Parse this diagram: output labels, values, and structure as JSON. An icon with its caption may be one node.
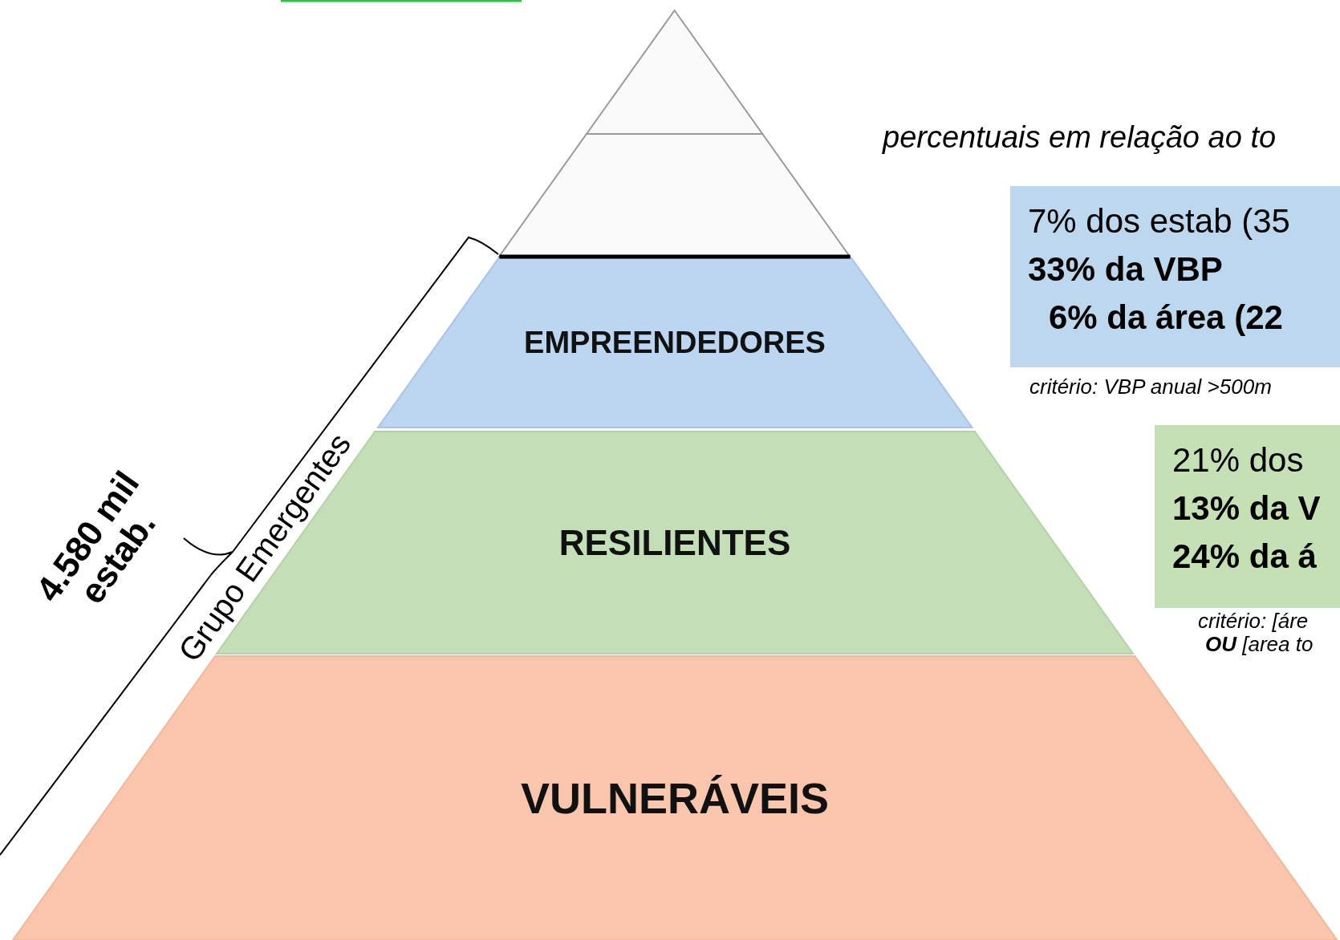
{
  "diagram": {
    "nodes": [
      {
        "text": [],
        "shape": "triangle"
      },
      {
        "text": [],
        "shape": "trapezoid"
      },
      {
        "text": [
          "EMPREENDEDORES"
        ]
      },
      {
        "text": [
          "RESILIENTES"
        ]
      },
      {
        "text": [
          "VULNERÁVEIS"
        ]
      },
      {
        "text": [
          "7% dos estab (35",
          "33% da VBP",
          "6% da área (22"
        ],
        "beside": [
          "critério: VBP anual >500m"
        ]
      },
      {
        "text": [
          "21% dos",
          "13% da V",
          "24% da á"
        ],
        "beside": [
          "critério: [áre",
          "**OU** [area to"
        ]
      }
    ],
    "labels": [
      "percentuais em relação ao to",
      "Grupo Emergentes",
      "4.580 mil estab."
    ]
  }
}
